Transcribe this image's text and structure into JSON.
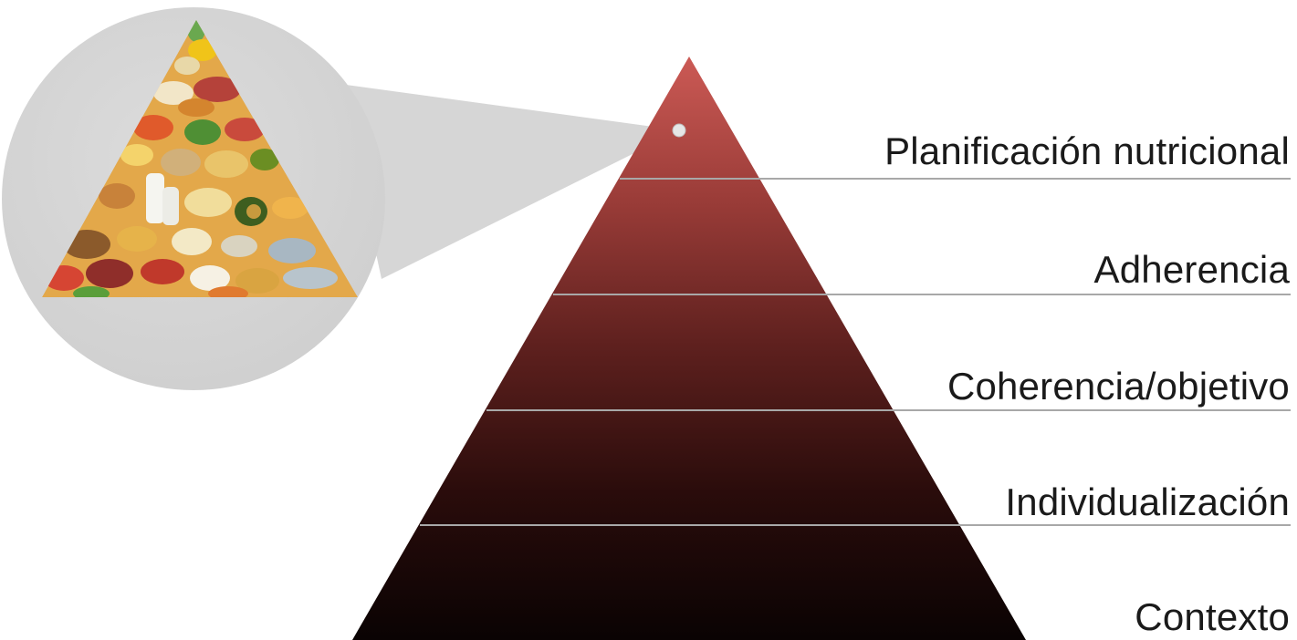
{
  "pyramid": {
    "levels": [
      {
        "label": "Planificación nutricional"
      },
      {
        "label": "Adherencia"
      },
      {
        "label": "Coherencia/objetivo"
      },
      {
        "label": "Individualización"
      },
      {
        "label": "Contexto"
      }
    ],
    "colors": {
      "apex": "#cc5a55",
      "base": "#0a0303",
      "divider": "#a8a8a8",
      "callout": "#d6d6d6",
      "apex_marker": "#e6e6e6"
    }
  },
  "callout": {
    "image": "food-pyramid-illustration"
  }
}
